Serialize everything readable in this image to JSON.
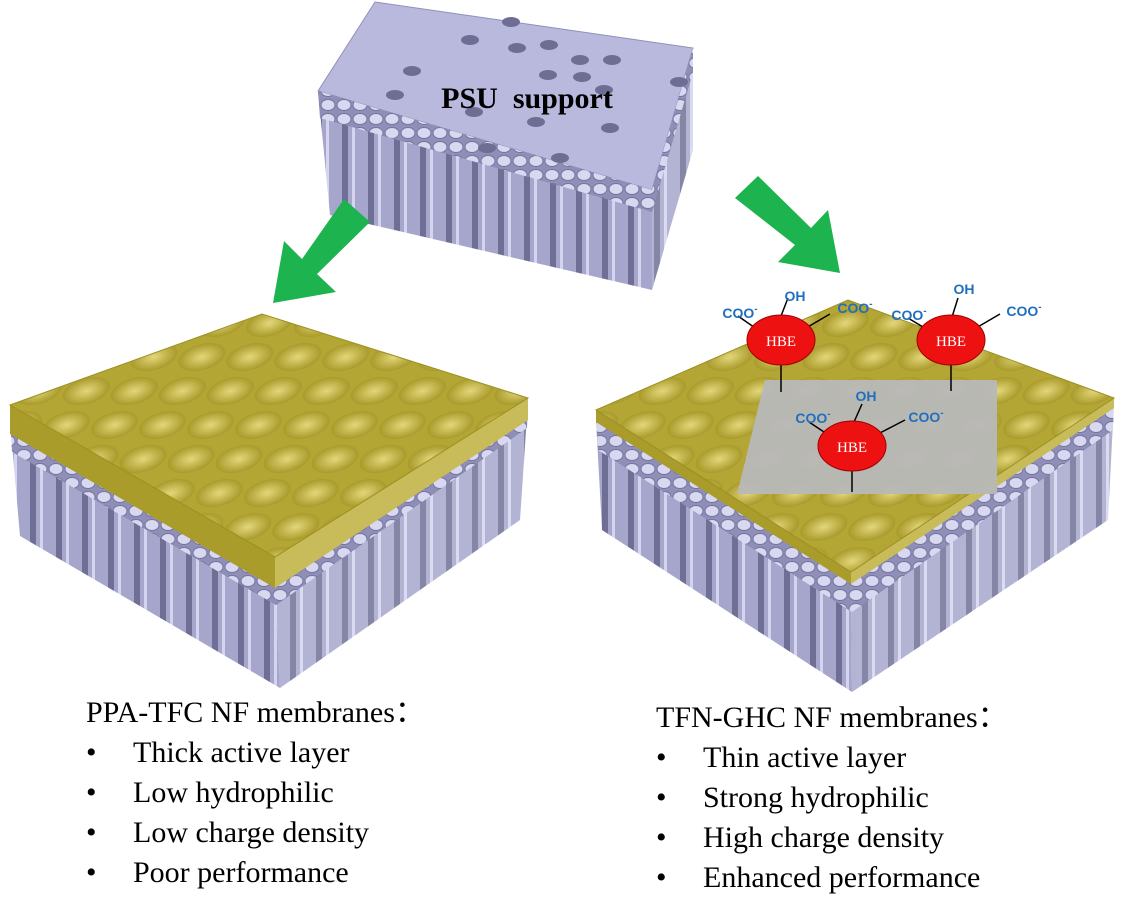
{
  "support": {
    "label": "PSU  support"
  },
  "molecules": {
    "core_label": "HBE",
    "top_group": "OH",
    "side_group_base": "COO",
    "side_group_charge": "-"
  },
  "left_membrane": {
    "heading": "PPA-TFC NF membranes：",
    "bullet_symbol": "•",
    "items": [
      "Thick active layer",
      "Low hydrophilic",
      "Low charge density",
      "Poor performance"
    ]
  },
  "right_membrane": {
    "heading": "TFN-GHC NF membranes：",
    "bullet_symbol": "•",
    "items": [
      "Thin active layer",
      "Strong hydrophilic",
      "High charge density",
      "Enhanced performance"
    ]
  },
  "colors": {
    "support_top": "#b9b9de",
    "support_side": "#8c8cb4",
    "active_layer": "#c0b23c",
    "arrow": "#1db34e",
    "hbe_fill": "#ee1111",
    "group_text": "#1f6fbf",
    "graphene_sheet": "#b8b8b8"
  },
  "icons": {
    "arrow_left": "arrow-down-left-icon",
    "arrow_right": "arrow-down-right-icon"
  }
}
